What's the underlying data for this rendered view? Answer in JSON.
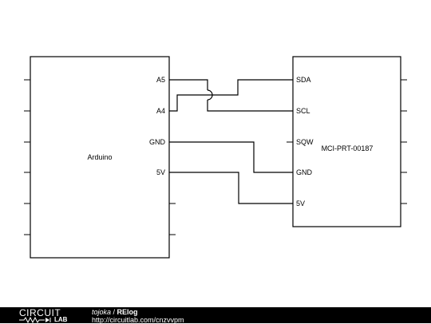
{
  "components": {
    "arduino": {
      "label": "Arduino",
      "pins": {
        "a5": "A5",
        "a4": "A4",
        "gnd": "GND",
        "v5": "5V"
      }
    },
    "module": {
      "label": "MCI-PRT-00187",
      "pins": {
        "sda": "SDA",
        "scl": "SCL",
        "sqw": "SQW",
        "gnd": "GND",
        "v5": "5V"
      }
    }
  },
  "connections": [
    {
      "from": "Arduino A5",
      "to": "MCI-PRT-00187 SCL"
    },
    {
      "from": "Arduino A4",
      "to": "MCI-PRT-00187 SDA"
    },
    {
      "from": "Arduino GND",
      "to": "MCI-PRT-00187 GND"
    },
    {
      "from": "Arduino 5V",
      "to": "MCI-PRT-00187 5V"
    }
  ],
  "footer": {
    "logo_top": "CIRCUIT",
    "logo_bottom": "LAB",
    "author": "tojoka",
    "separator": " / ",
    "title": "RElog",
    "url": "http://circuitlab.com/cnzvvpm"
  }
}
